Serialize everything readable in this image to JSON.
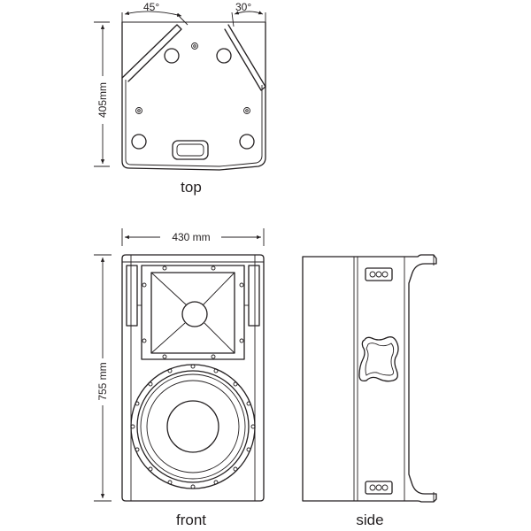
{
  "views": {
    "top": "top",
    "front": "front",
    "side": "side"
  },
  "dimensions": {
    "angle_left": "45°",
    "angle_right": "30°",
    "depth": "405mm",
    "width": "430 mm",
    "height": "755 mm"
  },
  "colors": {
    "line": "#231f20",
    "background": "#ffffff"
  }
}
